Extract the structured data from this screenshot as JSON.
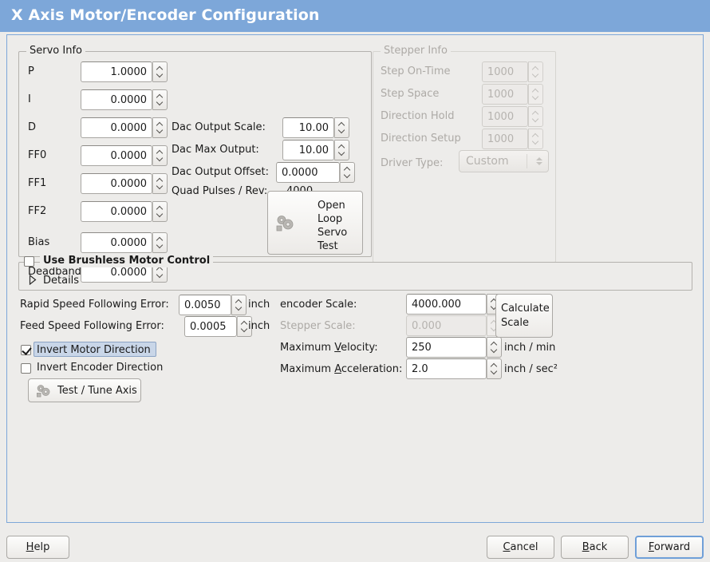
{
  "window": {
    "title": "X Axis Motor/Encoder Configuration"
  },
  "colors": {
    "titlebar": "#7da7d9",
    "background": "#edecea",
    "focus_highlight": "#c9d6e8",
    "focus_border": "#6f9fd8",
    "disabled_text": "#adaaa6"
  },
  "servo_info": {
    "legend": "Servo Info",
    "rows": [
      {
        "label": "P",
        "value": "1.0000"
      },
      {
        "label": "I",
        "value": "0.0000"
      },
      {
        "label": "D",
        "value": "0.0000"
      },
      {
        "label": "FF0",
        "value": "0.0000"
      },
      {
        "label": "FF1",
        "value": "0.0000"
      },
      {
        "label": "FF2",
        "value": "0.0000"
      },
      {
        "label": "Bias",
        "value": "0.0000"
      },
      {
        "label": "Deadband",
        "value": "0.0000"
      }
    ],
    "dac": [
      {
        "label": "Dac Output Scale:",
        "value": "10.00"
      },
      {
        "label": "Dac Max Output:",
        "value": "10.00"
      },
      {
        "label": "Dac Output Offset:",
        "value": "0.0000"
      }
    ],
    "quad_pulses_label": "Quad Pulses / Rev:",
    "quad_pulses_value": "4000",
    "open_loop_button": "Open\nLoop\nServo\nTest",
    "open_loop_lines": [
      "Open",
      "Loop",
      "Servo",
      "Test"
    ]
  },
  "stepper_info": {
    "legend": "Stepper Info",
    "enabled": false,
    "rows": [
      {
        "label": "Step On-Time",
        "value": "1000"
      },
      {
        "label": "Step Space",
        "value": "1000"
      },
      {
        "label": "Direction Hold",
        "value": "1000"
      },
      {
        "label": "Direction Setup",
        "value": "1000"
      }
    ],
    "driver_type_label": "Driver Type:",
    "driver_type_value": "Custom"
  },
  "brushless": {
    "checkbox_label": "Use Brushless Motor Control",
    "checked": false,
    "details_label": "Details",
    "details_expanded": false
  },
  "following_error": {
    "rapid_label": "Rapid Speed Following Error:",
    "rapid_value": "0.0050",
    "rapid_unit": "inch",
    "feed_label": "Feed Speed Following Error:",
    "feed_value": "0.0005",
    "feed_unit": "inch"
  },
  "invert": {
    "motor_label": "Invert Motor Direction",
    "motor_checked": true,
    "motor_focused": true,
    "encoder_label": "Invert Encoder Direction",
    "encoder_checked": false
  },
  "test_tune_button": "Test / Tune Axis",
  "scale": {
    "encoder_label": "encoder Scale:",
    "encoder_value": "4000.000",
    "stepper_label": "Stepper Scale:",
    "stepper_value": "0.000",
    "stepper_enabled": false,
    "calculate_button_lines": [
      "Calculate",
      "Scale"
    ],
    "max_velocity_label_pre": "Maximum ",
    "max_velocity_label_key": "V",
    "max_velocity_label_post": "elocity:",
    "max_velocity_value": "250",
    "max_velocity_unit": "inch / min",
    "max_accel_label_pre": "Maximum ",
    "max_accel_label_key": "A",
    "max_accel_label_post": "cceleration:",
    "max_accel_value": "2.0",
    "max_accel_unit": "inch / sec²"
  },
  "footer": {
    "help": {
      "pre": "",
      "key": "H",
      "post": "elp"
    },
    "cancel": {
      "pre": "",
      "key": "C",
      "post": "ancel"
    },
    "back": {
      "pre": "",
      "key": "B",
      "post": "ack"
    },
    "forward": {
      "pre": "",
      "key": "F",
      "post": "orward",
      "focused": true
    }
  }
}
